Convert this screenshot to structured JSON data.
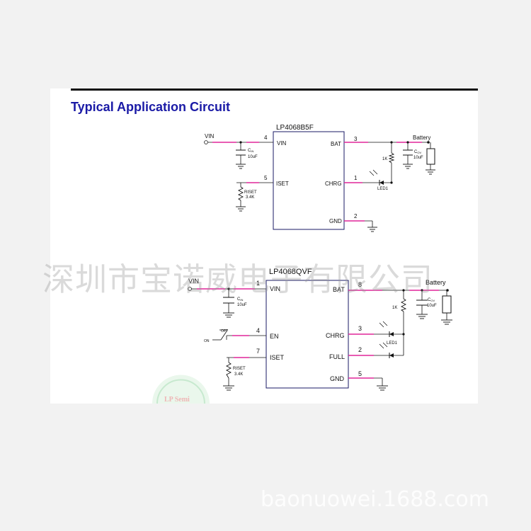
{
  "title": "Typical Application Circuit",
  "circuit1": {
    "chip": "LP4068B5F",
    "pins": {
      "vin_num": "4",
      "vin": "VIN",
      "iset_num": "5",
      "iset": "ISET",
      "bat_num": "3",
      "bat": "BAT",
      "chrg_num": "1",
      "chrg": "CHRG",
      "gnd_num": "2",
      "gnd": "GND"
    },
    "vin_label": "VIN",
    "cin_label": "C",
    "cin_sub": "IN",
    "cin_value": "10uF",
    "rset_label": "RISET",
    "rset_value": "3.4K",
    "battery_label": "Battery",
    "cov_label": "C",
    "cov_sub": "OV",
    "cov_value": "10uF",
    "r1k": "1K",
    "led": "LED1"
  },
  "circuit2": {
    "chip": "LP4068QVF",
    "pins": {
      "vin_num": "1",
      "vin": "VIN",
      "en_num": "4",
      "en": "EN",
      "iset_num": "7",
      "iset": "ISET",
      "bat_num": "8",
      "bat": "BAT",
      "chrg_num": "3",
      "chrg": "CHRG",
      "full_num": "2",
      "full": "FULL",
      "gnd_num": "5",
      "gnd": "GND"
    },
    "vin_label": "VIN",
    "cin_label": "C",
    "cin_sub": "IN",
    "cin_value": "10uF",
    "on_label": "ON",
    "off_label": "OFF",
    "rset_label": "RISET",
    "rset_value": "3.4K",
    "battery_label": "Battery",
    "cov_label": "C",
    "cov_sub": "OV",
    "cov_value": "10uF",
    "r1k": "1K",
    "led": "LED1"
  },
  "watermark_cn": "深圳市宝诺威电子有限公司",
  "watermark_url": "baonuowei.1688.com",
  "logo_text": "LP Semi",
  "colors": {
    "wire_pink": "#e0269a",
    "title_blue": "#1a1aa6",
    "logo_green": "#22aa44"
  }
}
